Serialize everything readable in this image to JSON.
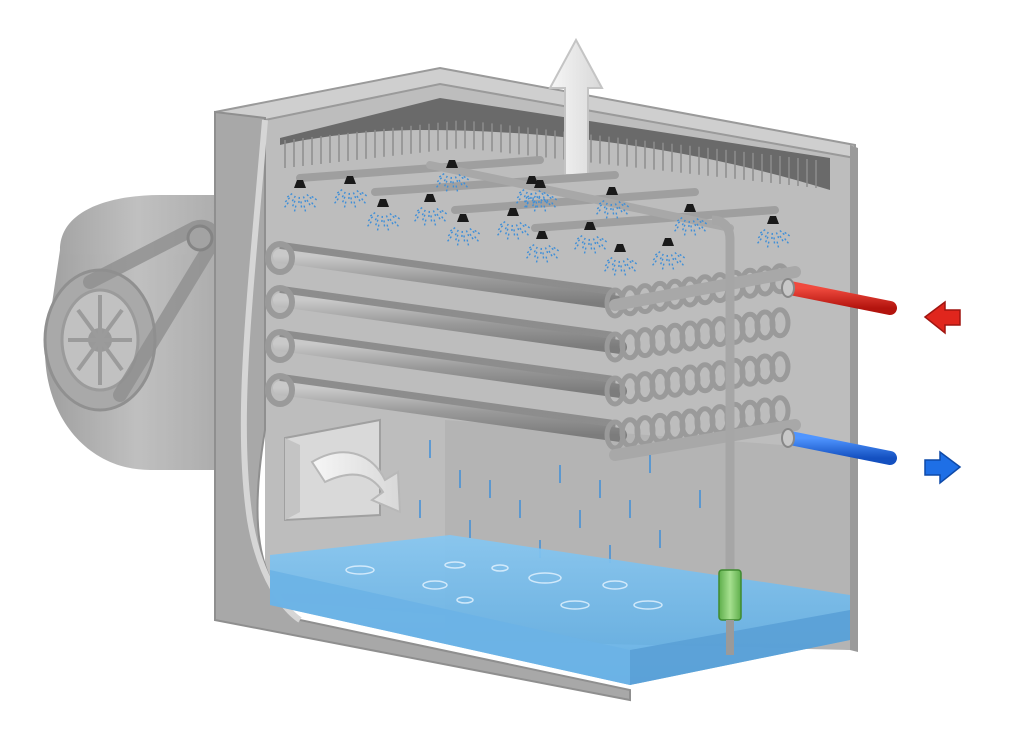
{
  "diagram": {
    "colors": {
      "background": "#ffffff",
      "casing": "#a9a9a9",
      "casing_dark": "#8a8a8a",
      "casing_light": "#c6c6c6",
      "interior": "#bdbdbd",
      "coil": "#9e9e9e",
      "water": "#6fb8ea",
      "water_dark": "#4f9fd6",
      "spray": "#3f8fd8",
      "hot_pipe": "#d9231c",
      "cold_pipe": "#1f6fe0",
      "pump": "#7ec86a",
      "airflow_arrow": "#eeeeee",
      "nozzle": "#1a1a1a"
    },
    "components": [
      {
        "name": "housing",
        "icon": "cutaway-box"
      },
      {
        "name": "fan-blower",
        "icon": "centrifugal-fan"
      },
      {
        "name": "drive-belt",
        "icon": "belt"
      },
      {
        "name": "drift-eliminator",
        "icon": "fins"
      },
      {
        "name": "spray-header",
        "icon": "pipe-manifold"
      },
      {
        "name": "spray-nozzles",
        "icon": "nozzle"
      },
      {
        "name": "heat-exchanger-coil",
        "icon": "serpentine-tubes"
      },
      {
        "name": "air-inlet",
        "icon": "opening"
      },
      {
        "name": "water-basin",
        "icon": "water"
      },
      {
        "name": "recirculation-pump",
        "icon": "pump"
      },
      {
        "name": "hot-fluid-inlet",
        "icon": "red-arrow"
      },
      {
        "name": "cooled-fluid-outlet",
        "icon": "blue-arrow"
      },
      {
        "name": "air-exhaust",
        "icon": "up-arrow"
      }
    ]
  }
}
